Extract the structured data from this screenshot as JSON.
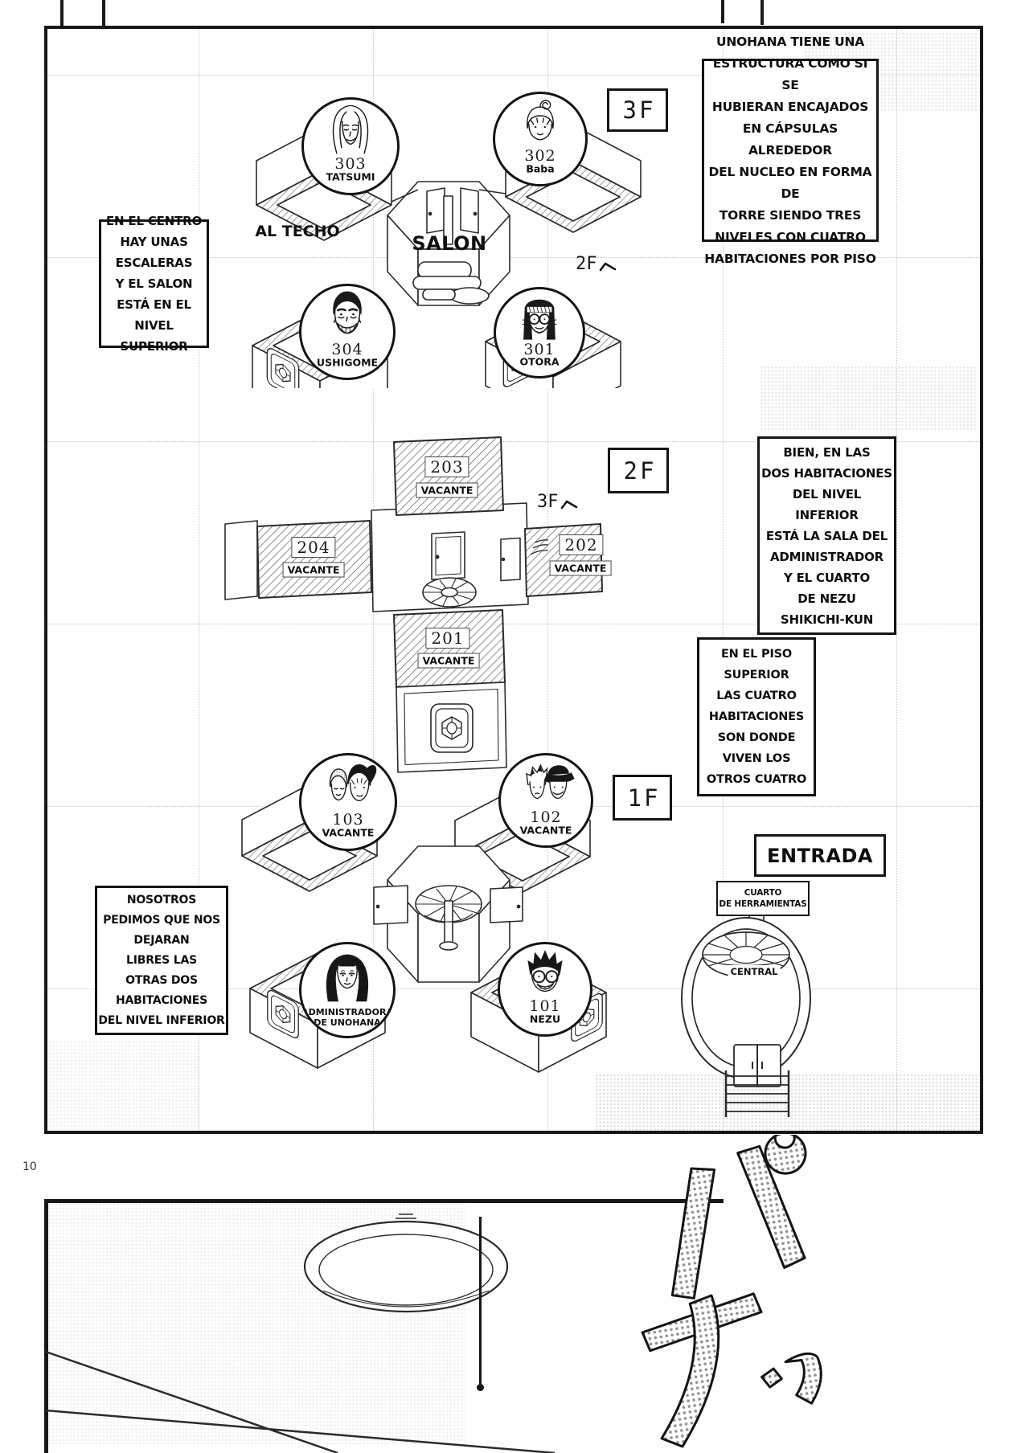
{
  "page": {
    "number": "10"
  },
  "sfx": {
    "text": "パチッ"
  },
  "captions": {
    "unohana": [
      "UNOHANA TIENE UNA",
      "ESTRUCTURA COMO SI SE",
      "HUBIERAN ENCAJADOS",
      "EN CÁPSULAS ALREDEDOR",
      "DEL NUCLEO EN FORMA DE",
      "TORRE SIENDO TRES",
      "NIVELES CON CUATRO",
      "HABITACIONES POR PISO"
    ],
    "centro": [
      "EN EL CENTRO",
      "HAY UNAS",
      "ESCALERAS",
      "Y EL SALON",
      "ESTÁ EN EL",
      "NIVEL SUPERIOR"
    ],
    "bien": [
      "BIEN, EN LAS",
      "DOS HABITACIONES",
      "DEL NIVEL",
      "INFERIOR",
      "ESTÁ LA SALA DEL",
      "ADMINISTRADOR",
      "Y EL CUARTO",
      "DE NEZU",
      "SHIKICHI-KUN"
    ],
    "piso_superior": [
      "EN EL PISO",
      "SUPERIOR",
      "LAS CUATRO",
      "HABITACIONES",
      "SON DONDE",
      "VIVEN LOS",
      "OTROS CUATRO"
    ],
    "nosotros": [
      "NOSOTROS",
      "PEDIMOS QUE NOS",
      "DEJARAN",
      "LIBRES LAS",
      "OTRAS DOS",
      "HABITACIONES",
      "DEL NIVEL INFERIOR"
    ]
  },
  "floor3": {
    "label": "3F",
    "salon": "SALON",
    "al_techo": "AL TECHO",
    "to_floor2": "2F",
    "to_suffix": "へ",
    "rooms": {
      "r303": {
        "number": "303",
        "name": "TATSUMI"
      },
      "r302": {
        "number": "302",
        "name": "Baba"
      },
      "r304": {
        "number": "304",
        "name": "USHIGOME"
      },
      "r301": {
        "number": "301",
        "name": "OTORA"
      }
    }
  },
  "floor2": {
    "label": "2F",
    "to_floor3": "3F",
    "to_suffix": "へ",
    "rooms": {
      "r203": {
        "number": "203",
        "status": "VACANTE"
      },
      "r204": {
        "number": "204",
        "status": "VACANTE"
      },
      "r202": {
        "number": "202",
        "status": "VACANTE"
      },
      "r201": {
        "number": "201",
        "status": "VACANTE"
      }
    }
  },
  "floor1": {
    "label": "1F",
    "entrada": "ENTRADA",
    "tool_room": [
      "CUARTO",
      "DE HERRAMIENTAS"
    ],
    "central": "CENTRAL",
    "rooms": {
      "r103": {
        "number": "103",
        "status": "VACANTE"
      },
      "r102": {
        "number": "102",
        "status": "VACANTE"
      },
      "admin": {
        "name": [
          "ADMINISTRADORA",
          "DE UNOHANA"
        ]
      },
      "r101": {
        "number": "101",
        "name": "NEZU"
      }
    }
  }
}
